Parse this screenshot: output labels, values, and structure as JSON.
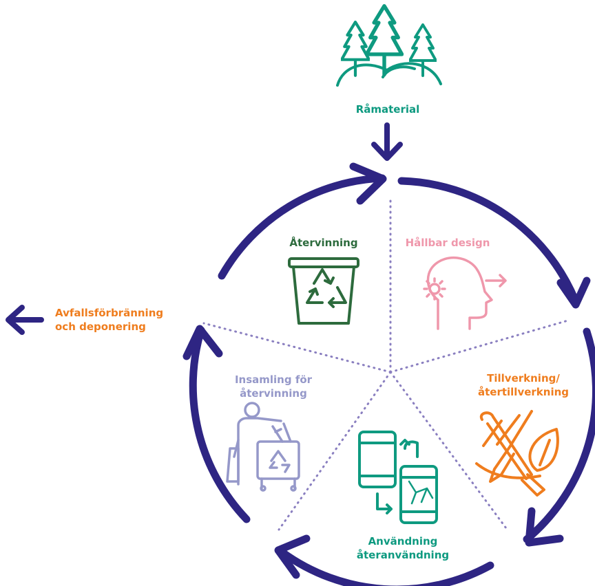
{
  "colors": {
    "cycle": "#2e2583",
    "raw": "#0e9a80",
    "recycling": "#2d6b3d",
    "design": "#ef97ab",
    "manufacturing": "#ef7d1e",
    "use": "#0e9a80",
    "collection": "#9598c9",
    "divider": "#8a7fc0",
    "exit": "#ef7d1e"
  },
  "input": {
    "label": "Råmaterial",
    "icon": "forest-icon"
  },
  "exit": {
    "line1": "Avfallsförbränning",
    "line2": "och deponering",
    "icon": "arrow-left-icon"
  },
  "segments": [
    {
      "key": "recycling",
      "line1": "Återvinning",
      "line2": "",
      "icon": "recycling-bin-icon"
    },
    {
      "key": "design",
      "line1": "Hållbar design",
      "line2": "",
      "icon": "head-gear-icon"
    },
    {
      "key": "manufacturing",
      "line1": "Tillverkning/",
      "line2": "återtillverkning",
      "icon": "tools-leaf-icon"
    },
    {
      "key": "use",
      "line1": "Användning",
      "line2": "återanvändning",
      "icon": "phones-icon"
    },
    {
      "key": "collection",
      "line1": "Insamling för",
      "line2": "återvinning",
      "icon": "person-bins-icon"
    }
  ]
}
